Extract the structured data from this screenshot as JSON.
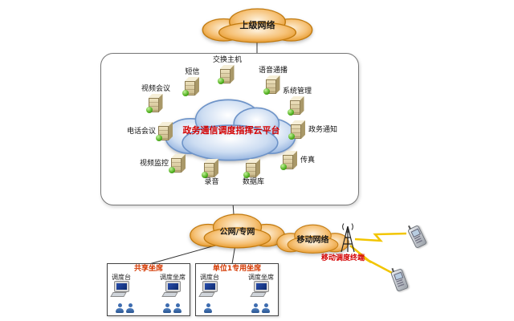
{
  "clouds": {
    "upper": "上级网络",
    "platform": "政务通信调度指挥云平台",
    "public": "公网/专网",
    "mobile": "移动网络"
  },
  "platform_nodes": [
    {
      "label": "交换主机"
    },
    {
      "label": "短信"
    },
    {
      "label": "语音通播"
    },
    {
      "label": "视频会议"
    },
    {
      "label": "系统管理"
    },
    {
      "label": "电话会议"
    },
    {
      "label": "政务通知"
    },
    {
      "label": "视频监控"
    },
    {
      "label": "传真"
    },
    {
      "label": "录音"
    },
    {
      "label": "数据库"
    }
  ],
  "mobile_section": {
    "terminal_label": "移动调度终端"
  },
  "seat_groups": [
    {
      "title": "共享坐席",
      "consoles": [
        {
          "label": "调度台"
        },
        {
          "label": "调度坐席"
        }
      ]
    },
    {
      "title": "单位1专用坐席",
      "consoles": [
        {
          "label": "调度台"
        },
        {
          "label": "调度坐席"
        }
      ]
    }
  ],
  "icons": {
    "server": "server-icon",
    "antenna": "antenna-tower-icon",
    "phone": "mobile-phone-icon",
    "console": "dispatch-console-icon",
    "person": "person-icon"
  },
  "colors": {
    "cloud_orange": "#e8941c",
    "cloud_blue": "#8fb0de",
    "platform_text_red": "#d40000",
    "seat_title_red": "#d43800",
    "lightning_yellow": "#f2c500"
  }
}
